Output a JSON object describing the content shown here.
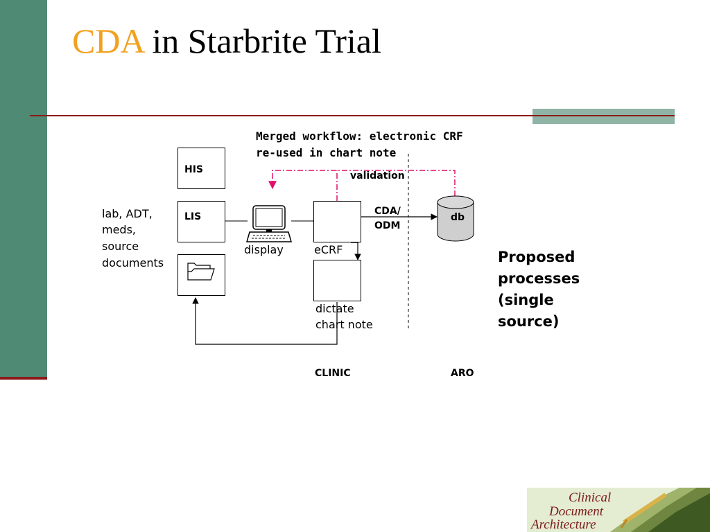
{
  "slide": {
    "title_accent": "CDA",
    "title_rest": " in Starbrite Trial"
  },
  "diagram": {
    "merged_workflow_line1": "Merged workflow: electronic CRF",
    "merged_workflow_line2": "re-used in chart note",
    "validation": "validation",
    "his": "HIS",
    "lis": "LIS",
    "sources_line1": "lab, ADT,",
    "sources_line2": "meds,",
    "sources_line3": "source",
    "sources_line4": "documents",
    "display": "display",
    "ecrf": "eCRF",
    "cda_odm_line1": "CDA/",
    "cda_odm_line2": "ODM",
    "db": "db",
    "dictate_line1": "dictate",
    "dictate_line2": "chart note",
    "clinic": "CLINIC",
    "aro": "ARO",
    "proposed_line1": "Proposed",
    "proposed_line2": "processes",
    "proposed_line3": "(single",
    "proposed_line4": "source)"
  },
  "logo": {
    "line1": "Clinical",
    "line2": "Document",
    "line3": "Architecture"
  },
  "colors": {
    "left_bar": "#4f8a74",
    "rule": "#8b1a1a",
    "title_accent": "#f2a11f",
    "validation_dash": "#e0106a",
    "db_fill": "#cfcfcf"
  },
  "icons": {
    "computer": "computer-icon",
    "folder": "folder-icon"
  }
}
